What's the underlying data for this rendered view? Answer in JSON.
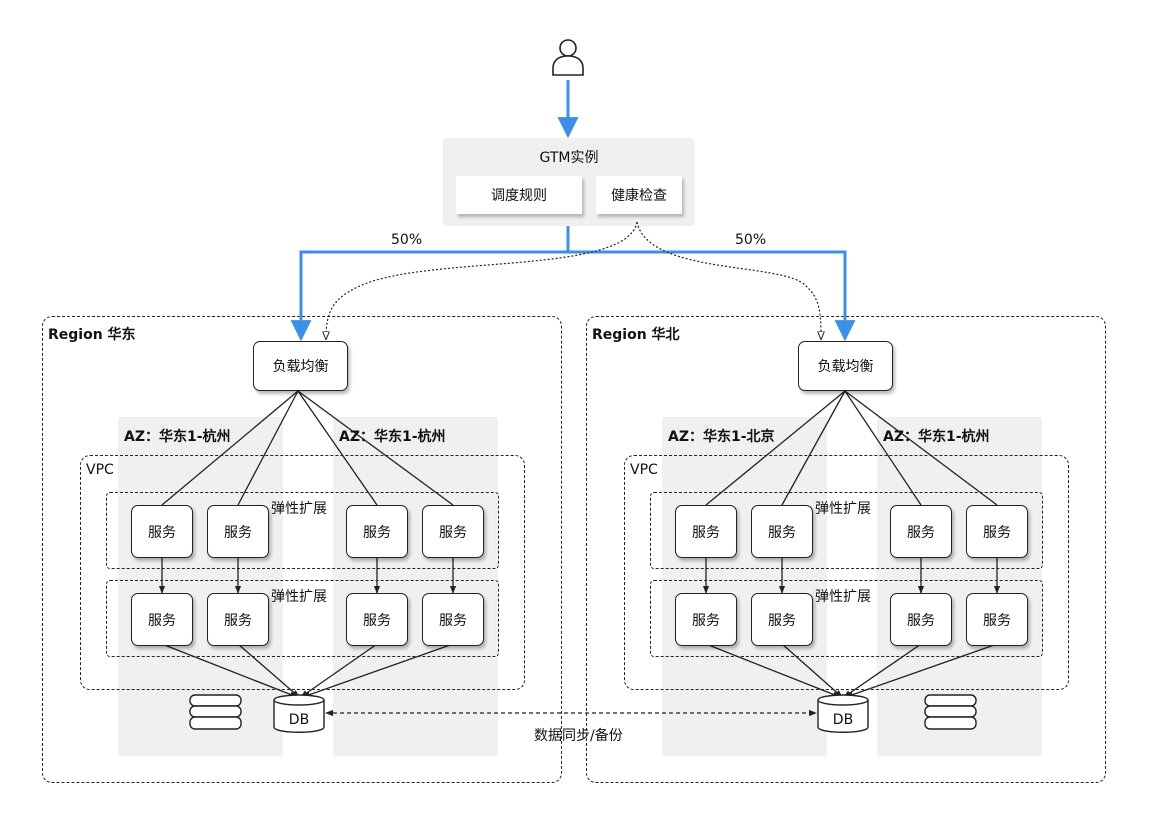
{
  "gtm": {
    "title": "GTM实例",
    "rule": "调度规则",
    "health": "健康检查"
  },
  "split": {
    "left": "50%",
    "right": "50%"
  },
  "regions": {
    "east": {
      "title": "Region 华东",
      "lb": "负载均衡",
      "az1": "AZ：华东1-杭州",
      "az2": "AZ：华东1-杭州",
      "vpc": "VPC",
      "scale1": "弹性扩展",
      "scale2": "弹性扩展",
      "service": "服务",
      "db": "DB"
    },
    "north": {
      "title": "Region 华北",
      "lb": "负载均衡",
      "az1": "AZ：华东1-北京",
      "az2": "AZ：华东1-杭州",
      "vpc": "VPC",
      "scale1": "弹性扩展",
      "scale2": "弹性扩展",
      "service": "服务",
      "db": "DB"
    }
  },
  "sync": "数据同步/备份",
  "colors": {
    "traffic": "#3b8fe8",
    "zone": "#f0f0f0",
    "line": "#222222"
  }
}
